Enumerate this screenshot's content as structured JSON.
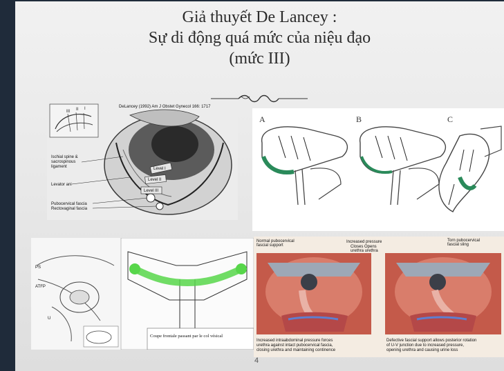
{
  "title": {
    "line1": "Giả thuyết De Lancey :",
    "line2": "Sự di động quá mức của niệu đạo",
    "line3": "(mức III)"
  },
  "figures": {
    "delancey": {
      "citation": "DeLancey (1992) Am J Obstet Gynecol 166: 1717",
      "levels": [
        "III",
        "II",
        "I"
      ],
      "labels": [
        "Ischial spine &",
        "sacrospinous",
        "ligament",
        "Levator ani",
        "Pubocervical fascia",
        "Rectovaginal fascia"
      ],
      "level_tags": [
        "Level I",
        "Level II",
        "Level III"
      ]
    },
    "abc": {
      "panels": [
        "A",
        "B",
        "C"
      ]
    },
    "coronal": {
      "caption": "Coupe frontale passant par le col vésical",
      "side_labels": [
        "PS",
        "ATFP",
        "U"
      ]
    },
    "support": {
      "top_left": [
        "Normal pubocervical",
        "fascial support"
      ],
      "top_mid": [
        "Increased pressure"
      ],
      "top_mid2": [
        "Closes  Opens",
        "urethra  urethra"
      ],
      "top_right": [
        "Torn pubocervical",
        "fascial sling"
      ],
      "bottom_left": [
        "Increased intraabdominal pressure forces",
        "urethra against intact pubocervical fascia,",
        "closing urethra and maintaining continence"
      ],
      "bottom_right": [
        "Defective fascial support allows posterior rotation",
        "of U-V junction due to increased pressure,",
        "opening urethra and causing urine loss"
      ]
    }
  },
  "page_number": "4",
  "colors": {
    "accent_green": "#2a8a5a",
    "sling_green": "#57d64a",
    "tissue_red": "#c45a4a"
  },
  "icons": {
    "ornament": "flourish-divider"
  }
}
